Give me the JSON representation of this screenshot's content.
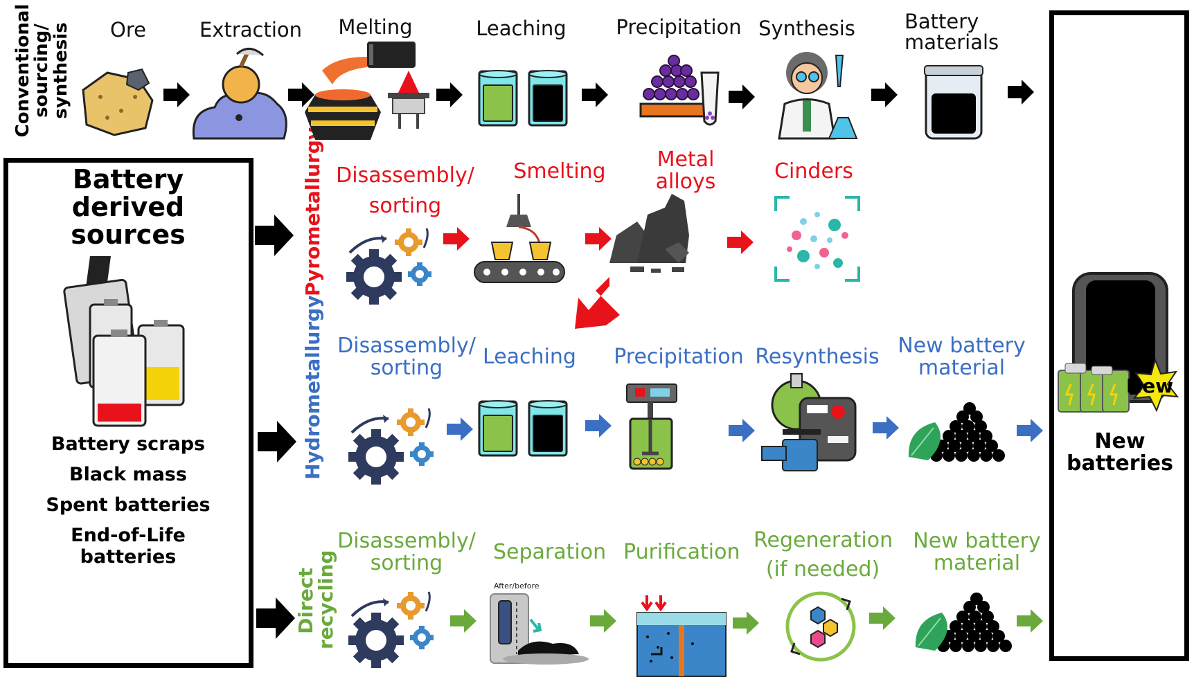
{
  "rows": {
    "conventional": {
      "label": "Conventional sourcing/ synthesis",
      "label_lines": [
        "Conventional",
        "sourcing/",
        "synthesis"
      ],
      "steps": [
        "Ore",
        "Extraction",
        "Melting",
        "Leaching",
        "Precipitation",
        "Synthesis"
      ],
      "final_lines": [
        "Battery",
        "materials"
      ]
    },
    "pyro": {
      "label": "Pyrometallurgy",
      "steps": [
        [
          "Disassembly/",
          "sorting"
        ],
        [
          "Smelting"
        ],
        [
          "Metal",
          "alloys"
        ],
        [
          "Cinders"
        ]
      ]
    },
    "hydro": {
      "label": "Hydrometallurgy",
      "steps": [
        [
          "Disassembly/",
          "sorting"
        ],
        [
          "Leaching"
        ],
        [
          "Precipitation"
        ],
        [
          "Resynthesis"
        ],
        [
          "New battery",
          "material"
        ]
      ]
    },
    "direct": {
      "label_lines": [
        "Direct",
        "recycling"
      ],
      "steps": [
        [
          "Disassembly/",
          "sorting"
        ],
        [
          "Separation"
        ],
        [
          "Purification"
        ],
        [
          "Regeneration",
          "(if needed)"
        ],
        [
          "New battery",
          "material"
        ]
      ],
      "separation_caption": "After/before"
    }
  },
  "sources": {
    "title_lines": [
      "Battery",
      "derived",
      "sources"
    ],
    "items": [
      "Battery scraps",
      "Black mass",
      "Spent batteries"
    ],
    "last_item_lines": [
      "End-of-Life",
      "batteries"
    ]
  },
  "output": {
    "badge": "New",
    "title_lines": [
      "New",
      "batteries"
    ]
  },
  "colors": {
    "pyro": "#e8121b",
    "hydro": "#3a6fc4",
    "direct": "#6aaa3c",
    "black": "#000000"
  },
  "icons": [
    "ore-icon",
    "extraction-icon",
    "melting-icon",
    "beaker-icon",
    "precipitation-icon",
    "scientist-icon",
    "jar-icon",
    "gears-icon",
    "conveyor-icon",
    "alloy-icon",
    "cinders-icon",
    "reactor-icon",
    "lab-equipment-icon",
    "black-mass-pile-icon",
    "separation-icon",
    "purification-tank-icon",
    "regeneration-icon",
    "batteries-icon",
    "new-battery-pack-icon"
  ]
}
